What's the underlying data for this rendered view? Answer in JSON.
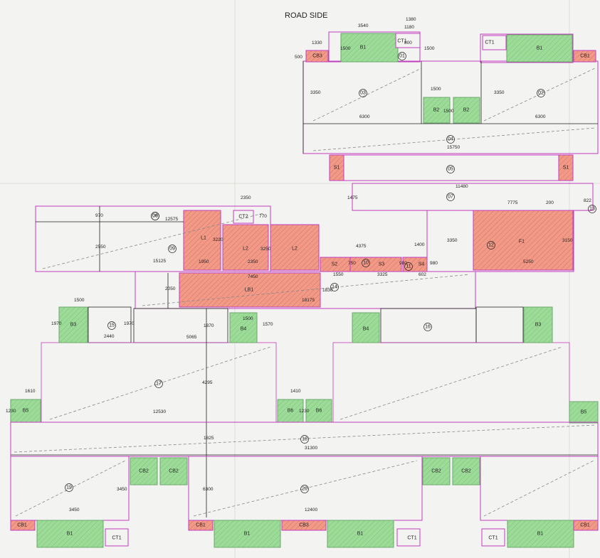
{
  "title": "ROAD SIDE",
  "colors": {
    "outline": "#c23cc0",
    "green": "#8fd88f",
    "red": "#f08a78",
    "line": "#222222",
    "paper": "#f3f3f1"
  },
  "area_labels": [
    "01",
    "02",
    "03",
    "04",
    "05",
    "06",
    "07",
    "08",
    "09",
    "10",
    "11",
    "12",
    "14",
    "15",
    "16",
    "17",
    "18",
    "19",
    "20",
    "13"
  ],
  "block_labels": [
    "CT1",
    "CT2",
    "CB1",
    "CB2",
    "CB3",
    "B1",
    "B2",
    "B3",
    "B4",
    "B5",
    "B6",
    "S1",
    "S2",
    "S3",
    "S4",
    "L1",
    "L2",
    "LB1",
    "F1"
  ],
  "dimensions": [
    "3540",
    "1380",
    "1180",
    "1330",
    "500",
    "1500",
    "800",
    "1500",
    "3350",
    "6300",
    "1500",
    "1500",
    "3350",
    "6300",
    "15750",
    "11480",
    "1475",
    "822",
    "200",
    "7775",
    "3150",
    "5250",
    "2350",
    "770",
    "970",
    "12575",
    "3220",
    "3250",
    "2550",
    "15125",
    "1950",
    "2350",
    "4375",
    "1400",
    "1550",
    "750",
    "3325",
    "980",
    "602",
    "980",
    "3350",
    "7450",
    "2050",
    "1830",
    "18175",
    "1500",
    "1970",
    "1970",
    "2440",
    "5065",
    "1870",
    "4295",
    "1500",
    "1570",
    "1610",
    "1230",
    "12530",
    "1410",
    "1230",
    "1825",
    "31300",
    "3450",
    "6300",
    "3450",
    "12400"
  ]
}
